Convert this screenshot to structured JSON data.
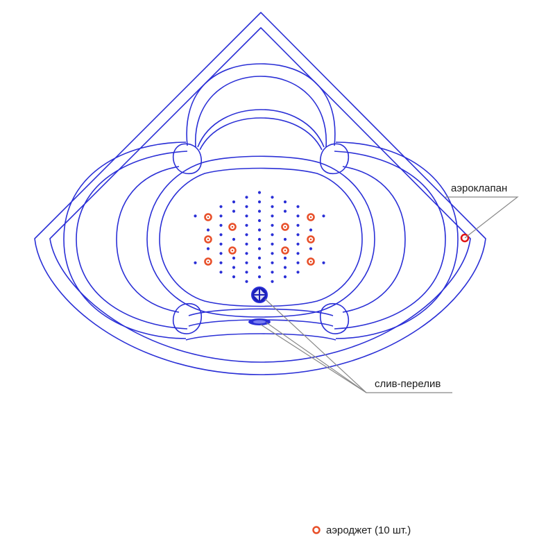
{
  "labels": {
    "air_valve": "аэроклапан",
    "drain": "слив-перелив"
  },
  "legend": {
    "air_jet": "аэроджет (10 шт.)"
  },
  "colors": {
    "outline": "#2a2fd6",
    "air_jet": "#e8502a",
    "air_valve": "#e11414",
    "leader": "#888888"
  },
  "icons": {
    "air_jet": "air-jet-icon",
    "air_valve": "air-valve-icon",
    "drain": "drain-icon"
  }
}
